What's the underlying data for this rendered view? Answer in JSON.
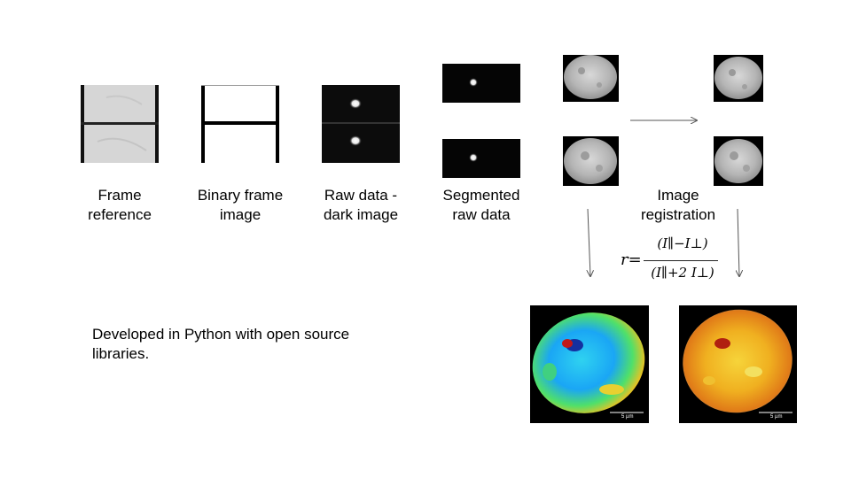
{
  "labels": {
    "frame_reference": [
      "Frame",
      "reference"
    ],
    "binary_frame": [
      "Binary frame",
      "image"
    ],
    "raw_data": [
      "Raw data -",
      "dark image"
    ],
    "segmented": [
      "Segmented",
      "raw data"
    ],
    "registration": [
      "Image",
      "registration"
    ]
  },
  "note": "Developed in Python with open source libraries.",
  "formula": {
    "lhs": "r=",
    "numerator": "(I∥−I⊥)",
    "denominator": "(I∥+2 I⊥)"
  },
  "scalebar_labels": [
    "5 µm",
    "5 µm"
  ]
}
